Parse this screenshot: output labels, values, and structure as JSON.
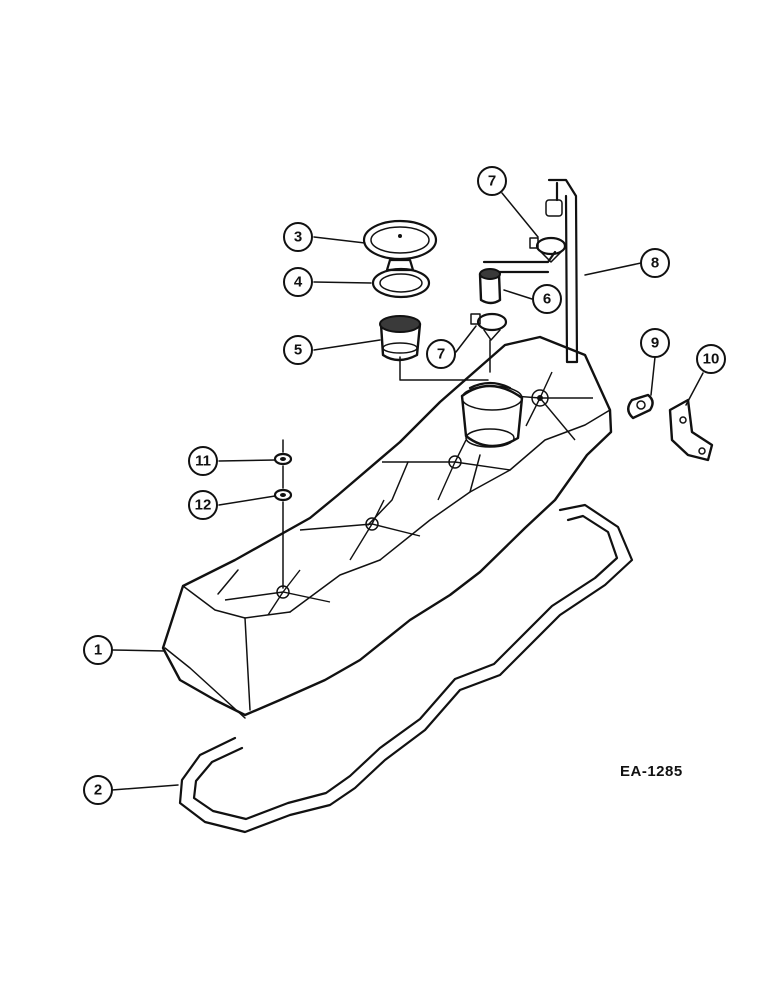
{
  "callouts": [
    "1",
    "2",
    "3",
    "4",
    "5",
    "6",
    "7",
    "7",
    "8",
    "9",
    "10",
    "11",
    "12"
  ],
  "reference_code": "EA-1285"
}
